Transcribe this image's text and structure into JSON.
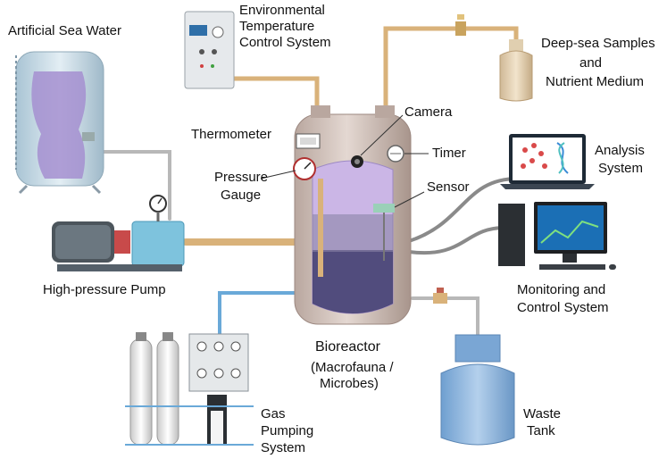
{
  "labels": {
    "artificial_sea_water": "Artificial Sea Water",
    "env_temp_line1": "Environmental",
    "env_temp_line2": "Temperature",
    "env_temp_line3": "Control System",
    "deep_sea_line1": "Deep-sea Samples",
    "deep_sea_line2": "and",
    "deep_sea_line3": "Nutrient Medium",
    "camera": "Camera",
    "thermometer": "Thermometer",
    "timer": "Timer",
    "analysis_line1": "Analysis",
    "analysis_line2": "System",
    "pressure_line1": "Pressure",
    "pressure_line2": "Gauge",
    "sensor": "Sensor",
    "high_pressure_pump": "High-pressure Pump",
    "monitoring_line1": "Monitoring and",
    "monitoring_line2": "Control System",
    "bioreactor": "Bioreactor",
    "bioreactor_sub_line1": "(Macrofauna /",
    "bioreactor_sub_line2": "Microbes)",
    "gas_line1": "Gas",
    "gas_line2": "Pumping",
    "gas_line3": "System",
    "waste_line1": "Waste",
    "waste_line2": "Tank"
  },
  "colors": {
    "pipe_tan": "#d9b27a",
    "pipe_gray": "#b8b8b8",
    "pipe_blue": "#6aa9d8",
    "reactor_body": "#d6c6be",
    "reactor_liquid": "#cbb6e6",
    "seawater_tank": "#c9dbe6",
    "pump_blue": "#7ec3dd",
    "waste_tank": "#8fb7e0"
  }
}
